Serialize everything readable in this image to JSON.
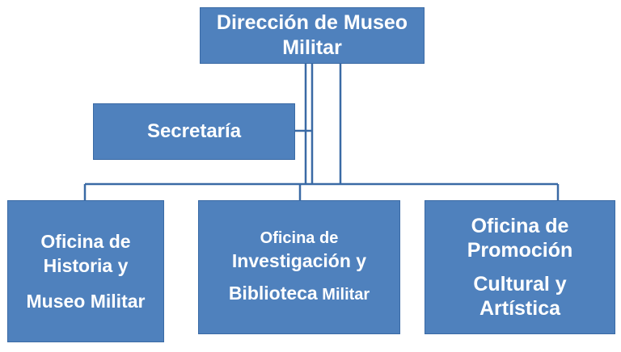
{
  "diagram": {
    "top_box": {
      "line1": "Dirección de Museo",
      "line2": "Militar"
    },
    "secretaria": {
      "label": "Secretaría"
    },
    "office_left": {
      "line1": "Oficina de",
      "line2": "Historia y",
      "line3": "Museo Militar"
    },
    "office_middle": {
      "line1": "Oficina de",
      "line2": "Investigación y",
      "line3a": "Biblioteca",
      "line3b": " Militar"
    },
    "office_right": {
      "line1": "Oficina de",
      "line2": "Promoción",
      "line3": "Cultural y",
      "line4": "Artística"
    },
    "colors": {
      "box_fill": "#4f81bd",
      "box_border": "#3a6aa5",
      "box_text": "#ffffff",
      "connector": "#3a6aa5"
    }
  }
}
